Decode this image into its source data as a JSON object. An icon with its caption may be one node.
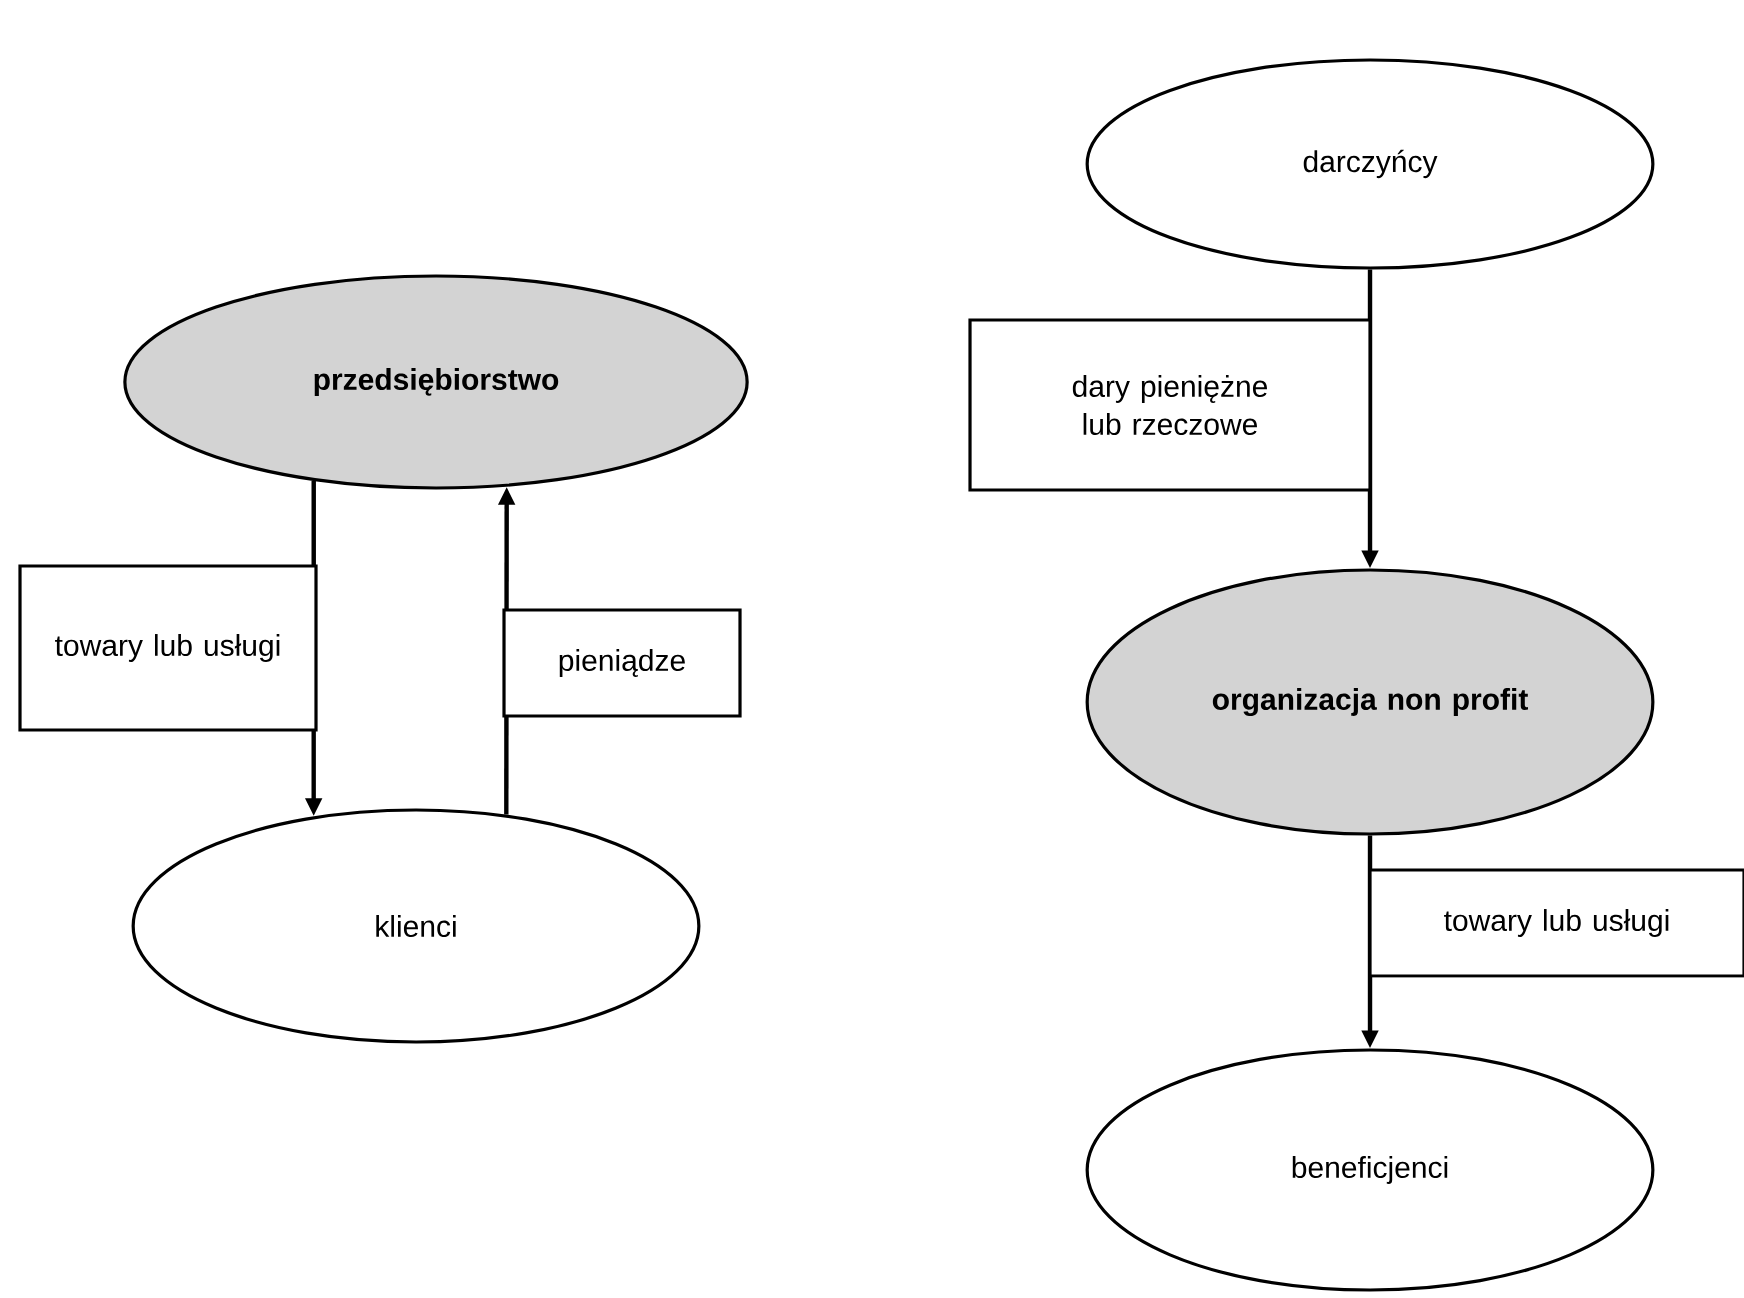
{
  "diagram": {
    "nodes": [
      {
        "text": [
          "przedsiębiorstwo"
        ]
      },
      {
        "text": [
          "klienci"
        ]
      },
      {
        "text": [
          "darczyńcy"
        ]
      },
      {
        "text": [
          "organizacja non profit"
        ]
      },
      {
        "text": [
          "beneficjenci"
        ]
      }
    ],
    "edges": [
      {
        "from": 0,
        "to": 1,
        "arrow": "to",
        "label": "towary lub usługi"
      },
      {
        "from": 1,
        "to": 0,
        "arrow": "to",
        "label": "pieniądze"
      },
      {
        "from": 2,
        "to": 3,
        "arrow": "to",
        "label": "dary pieniężne lub rzeczowe"
      },
      {
        "from": 3,
        "to": 4,
        "arrow": "to",
        "label": "towary lub usługi"
      }
    ]
  }
}
